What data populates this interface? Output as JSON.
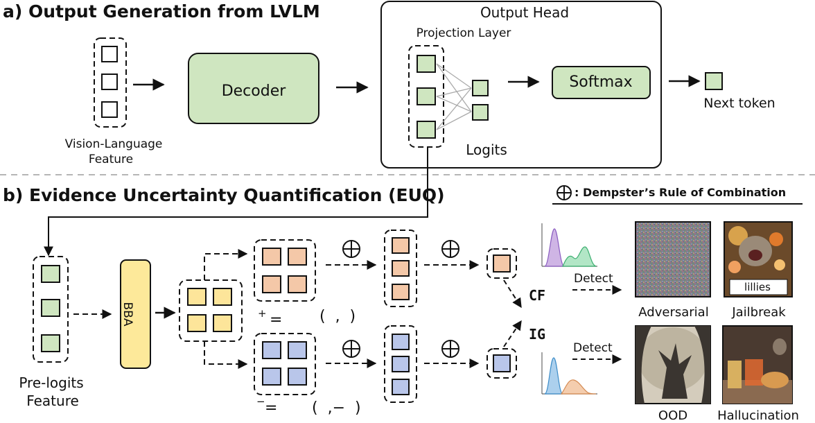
{
  "section_a": {
    "title": "a) Output Generation from LVLM"
  },
  "vl_feature": {
    "line1": "Vision-Language",
    "line2": "Feature"
  },
  "decoder": {
    "label": "Decoder"
  },
  "output_head": {
    "title": "Output Head",
    "projection_label": "Projection Layer",
    "logits_label": "Logits",
    "softmax_label": "Softmax"
  },
  "next_token": {
    "label": "Next token"
  },
  "section_b": {
    "title": "b) Evidence Uncertainty Quantification (EUQ)"
  },
  "legend": {
    "symbol": "⊕",
    "text": ": Dempster’s Rule of Combination"
  },
  "pre_logits": {
    "line1": "Pre-logits",
    "line2": "Feature"
  },
  "bba": {
    "label": "BBA"
  },
  "formula_pos": {
    "sup": "+",
    "eq": "=",
    "paren": "(  ,  )"
  },
  "formula_neg": {
    "sup": "−",
    "eq": "=",
    "paren": "(  ,−  )"
  },
  "metrics": {
    "cf": "CF",
    "ig": "IG"
  },
  "detect": {
    "top": "Detect",
    "bottom": "Detect"
  },
  "examples": {
    "adversarial": "Adversarial",
    "jailbreak": "Jailbreak",
    "jailbreak_caption": "lillies",
    "ood": "OOD",
    "hallucination": "Hallucination"
  },
  "colors": {
    "green": "#cfe6c0",
    "orange": "#f4c8a8",
    "blue": "#b9c6ea",
    "yellow": "#fde59a",
    "bba": "#fde99a",
    "dist_purple": "#c7a8e0",
    "dist_green": "#9fe0b8",
    "dist_blue": "#9ec8ea",
    "dist_orange": "#f2c4a0"
  }
}
